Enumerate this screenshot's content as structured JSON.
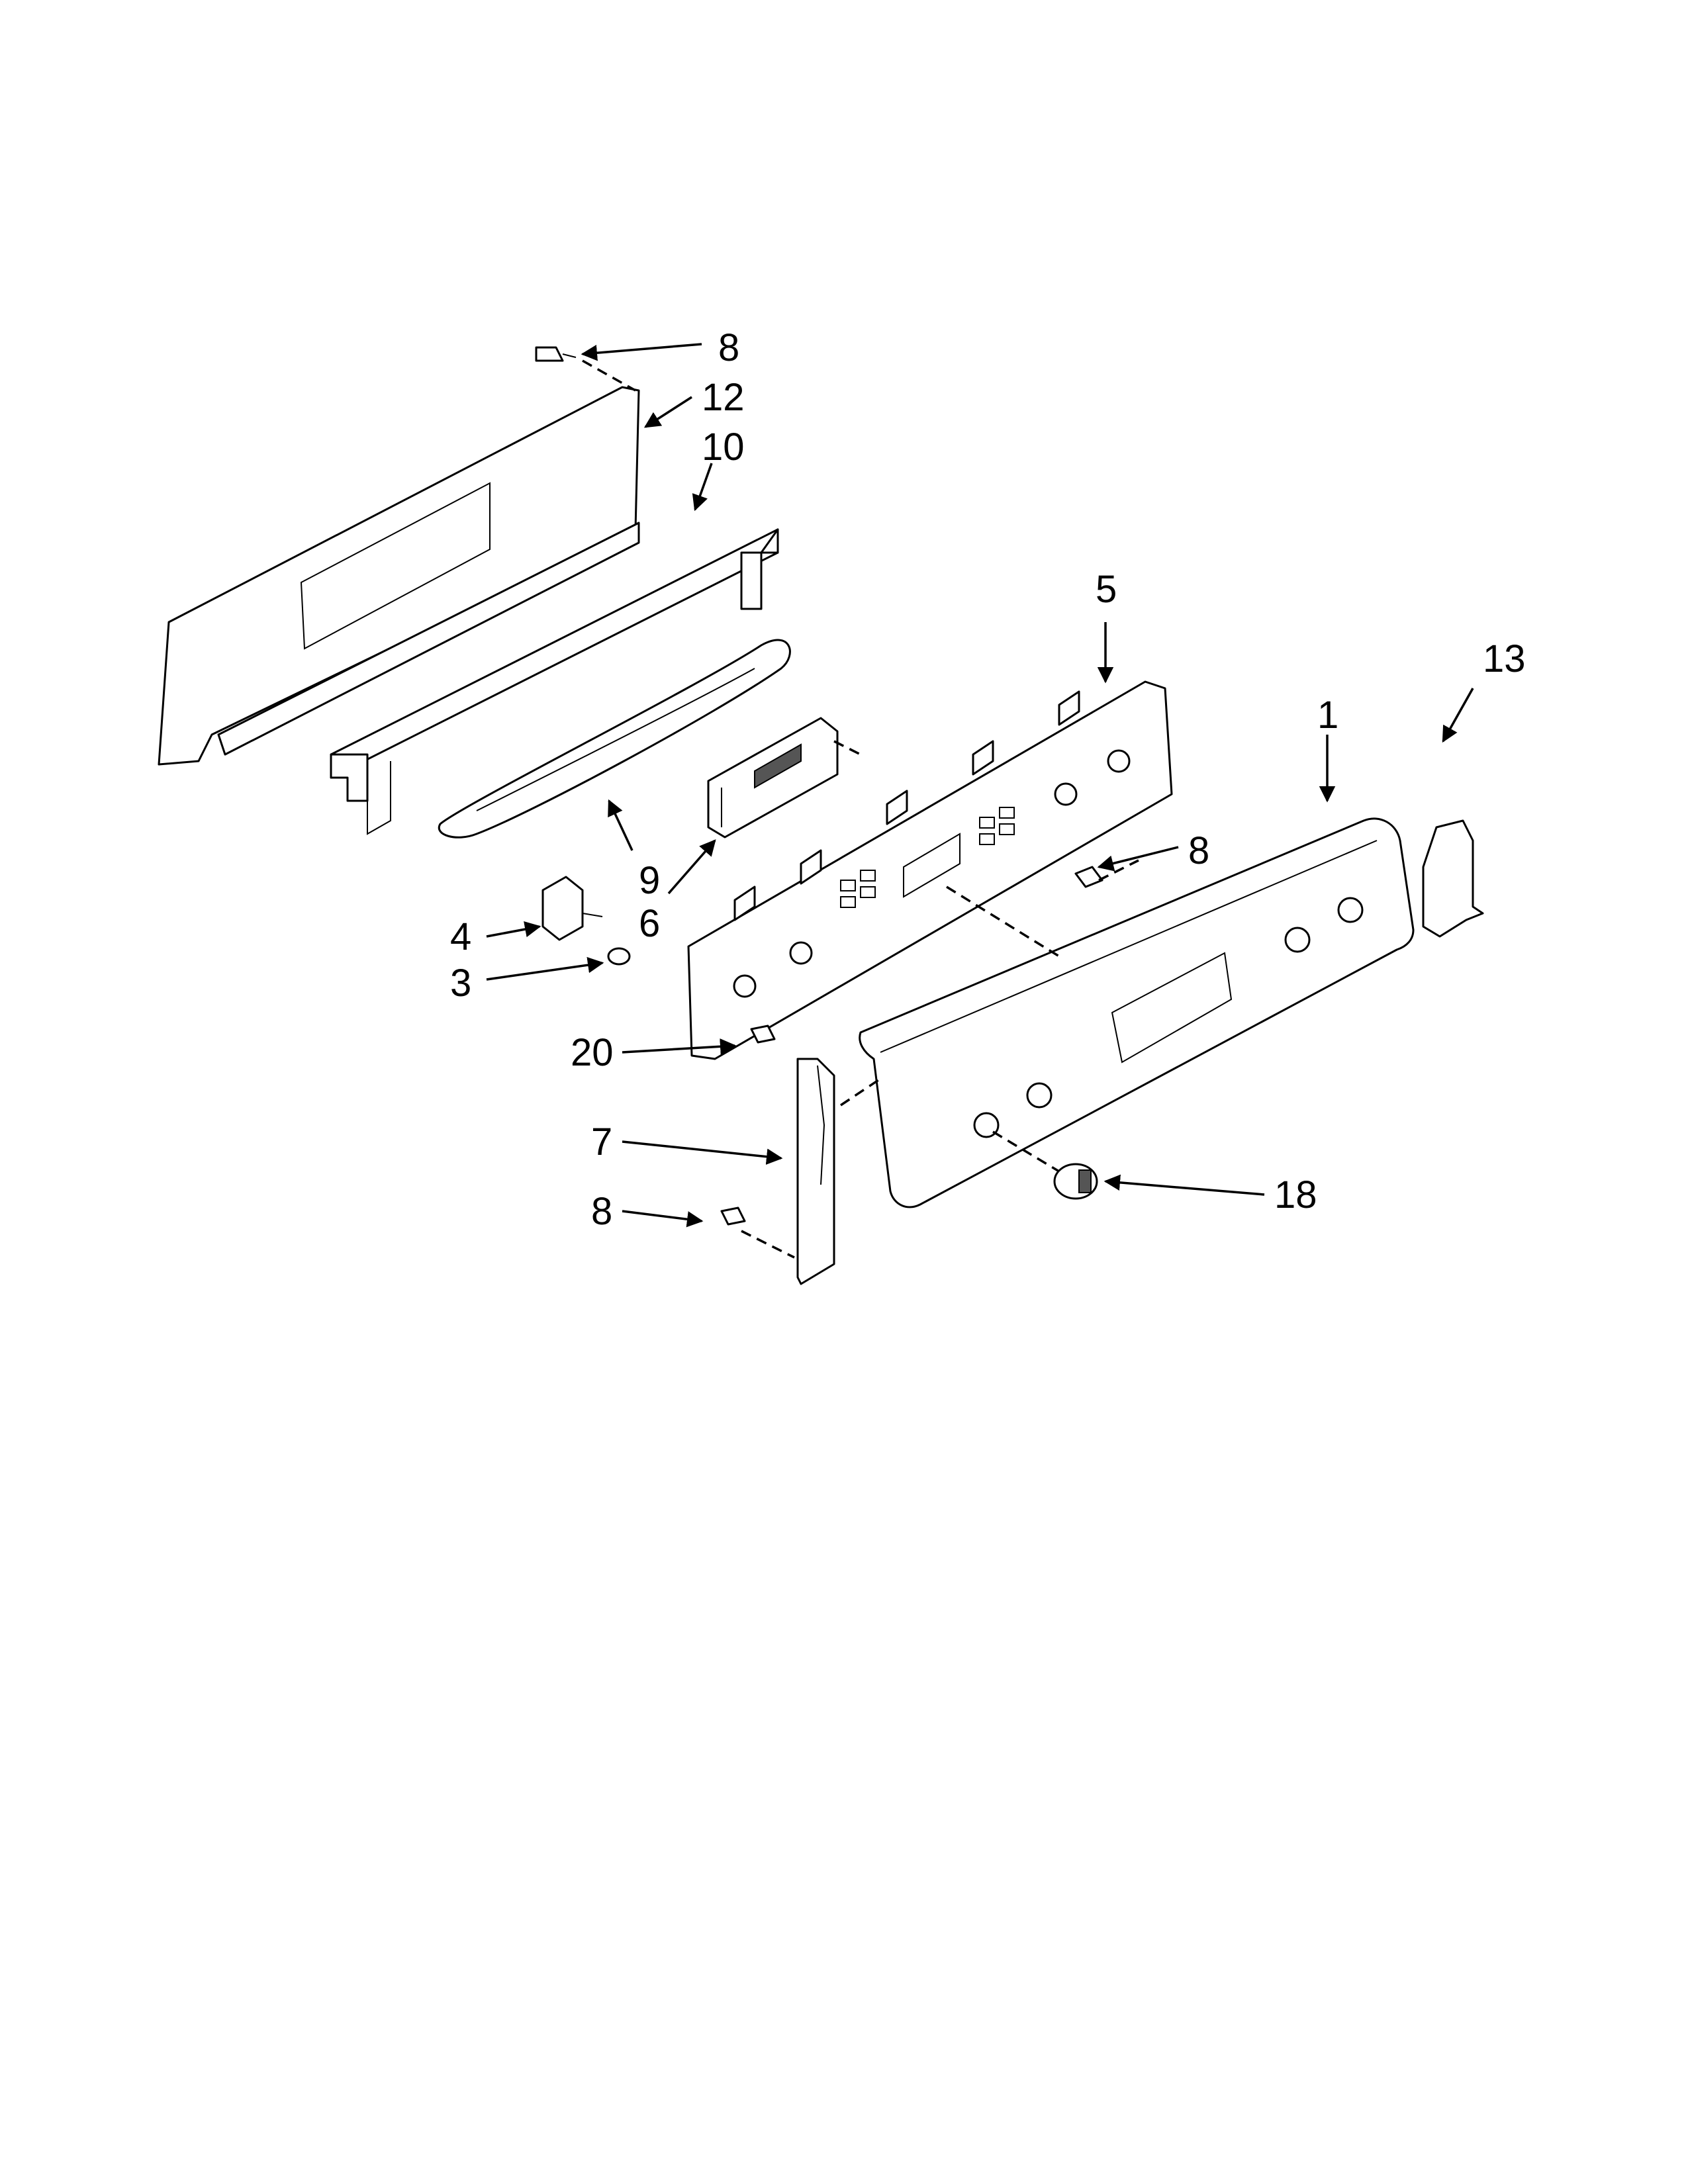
{
  "diagram": {
    "callouts": [
      {
        "id": "c8a",
        "label": "8"
      },
      {
        "id": "c12",
        "label": "12"
      },
      {
        "id": "c10",
        "label": "10"
      },
      {
        "id": "c5",
        "label": "5"
      },
      {
        "id": "c13",
        "label": "13"
      },
      {
        "id": "c1",
        "label": "1"
      },
      {
        "id": "c8b",
        "label": "8"
      },
      {
        "id": "c9",
        "label": "9"
      },
      {
        "id": "c6",
        "label": "6"
      },
      {
        "id": "c4",
        "label": "4"
      },
      {
        "id": "c3",
        "label": "3"
      },
      {
        "id": "c20",
        "label": "20"
      },
      {
        "id": "c7",
        "label": "7"
      },
      {
        "id": "c8c",
        "label": "8"
      },
      {
        "id": "c18",
        "label": "18"
      }
    ]
  }
}
